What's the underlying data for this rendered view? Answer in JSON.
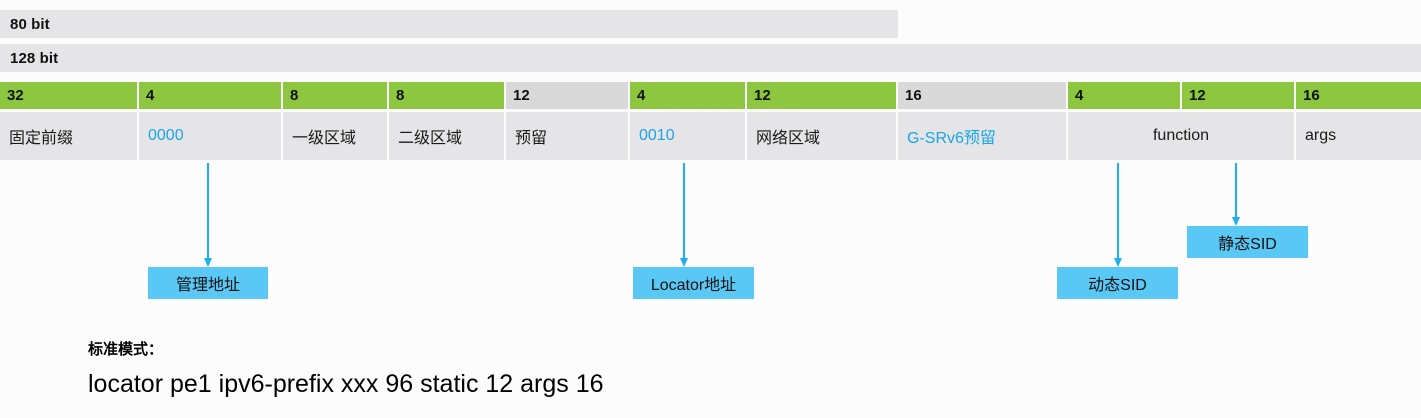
{
  "diagram": {
    "span_rows": [
      {
        "label": "80 bit"
      },
      {
        "label": "128 bit"
      }
    ],
    "fields": [
      {
        "bits": "32",
        "name": "固定前缀",
        "bits_style": "green",
        "name_style": "plain"
      },
      {
        "bits": "4",
        "name": "0000",
        "bits_style": "green",
        "name_style": "blue"
      },
      {
        "bits": "8",
        "name": "一级区域",
        "bits_style": "green",
        "name_style": "plain"
      },
      {
        "bits": "8",
        "name": "二级区域",
        "bits_style": "green",
        "name_style": "plain"
      },
      {
        "bits": "12",
        "name": "预留",
        "bits_style": "grey",
        "name_style": "plain"
      },
      {
        "bits": "4",
        "name": "0010",
        "bits_style": "green",
        "name_style": "blue"
      },
      {
        "bits": "12",
        "name": "网络区域",
        "bits_style": "green",
        "name_style": "plain"
      },
      {
        "bits": "16",
        "name": "G-SRv6预留",
        "bits_style": "grey",
        "name_style": "blue"
      },
      {
        "bits": "4",
        "name": "function",
        "bits_style": "green",
        "name_style": "center"
      },
      {
        "bits": "12",
        "name": "",
        "bits_style": "green",
        "name_style": "merged"
      },
      {
        "bits": "16",
        "name": "args",
        "bits_style": "green",
        "name_style": "plain"
      }
    ],
    "callouts": [
      {
        "label": "管理地址"
      },
      {
        "label": "Locator地址"
      },
      {
        "label": "动态SID"
      },
      {
        "label": "静态SID"
      }
    ],
    "mode_label": "标准模式：",
    "mode_command": "locator pe1 ipv6-prefix xxx 96 static 12 args 16",
    "colors": {
      "green": "#8dc63f",
      "grey": "#d9d9d9",
      "row_bg": "#e5e5e7",
      "accent_blue": "#19a5e8",
      "callout_blue": "#5ac8f5",
      "arrow_blue": "#1cb0f0"
    }
  }
}
